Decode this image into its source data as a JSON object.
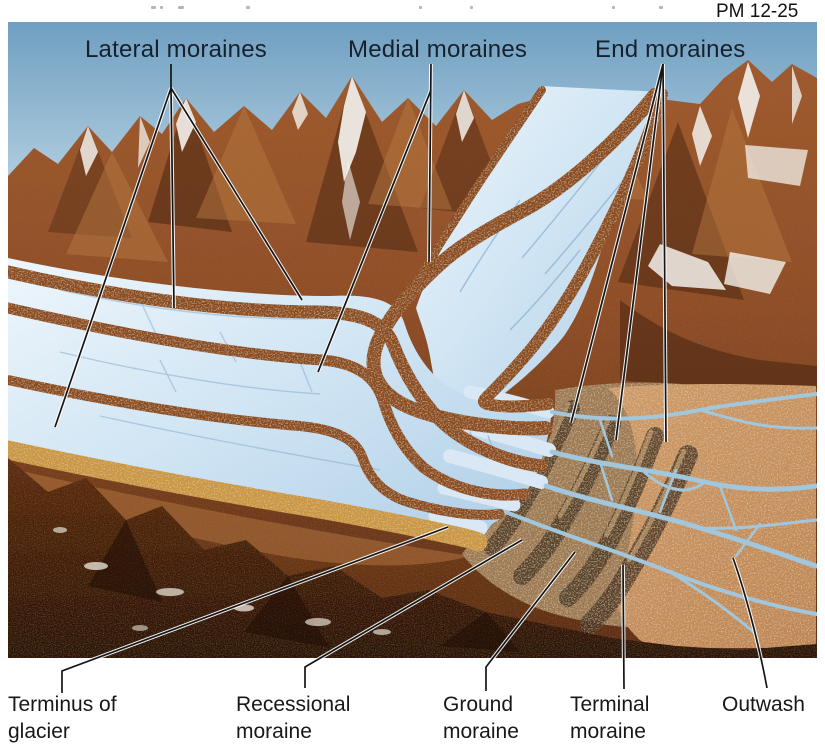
{
  "header": {
    "figure_code": "PM 12-25"
  },
  "diagram": {
    "top_labels": {
      "lateral": "Lateral moraines",
      "medial": "Medial moraines",
      "end": "End moraines"
    },
    "bottom_labels": {
      "terminus": {
        "line1": "Terminus of",
        "line2": "glacier"
      },
      "recessional": {
        "line1": "Recessional",
        "line2": "moraine"
      },
      "ground": {
        "line1": "Ground",
        "line2": "moraine"
      },
      "terminal": {
        "line1": "Terminal",
        "line2": "moraine"
      },
      "outwash": {
        "line1": "Outwash"
      }
    },
    "colors": {
      "sky_top": "#6f9fc1",
      "sky_bottom": "#dcebf3",
      "rock_mid": "#8f4d27",
      "rock_dark": "#42200e",
      "ice_light": "#ecf5fb",
      "ice_shade": "#aecde6",
      "moraine_brown": "#8a4a1e",
      "golden_moraine": "#c9953f",
      "moraine_field": "#9b7852",
      "ridge_dark": "#4a3322",
      "outwash_tan": "#c8925f",
      "stream_blue": "#a2c6db",
      "label_text": "#18212b"
    }
  }
}
